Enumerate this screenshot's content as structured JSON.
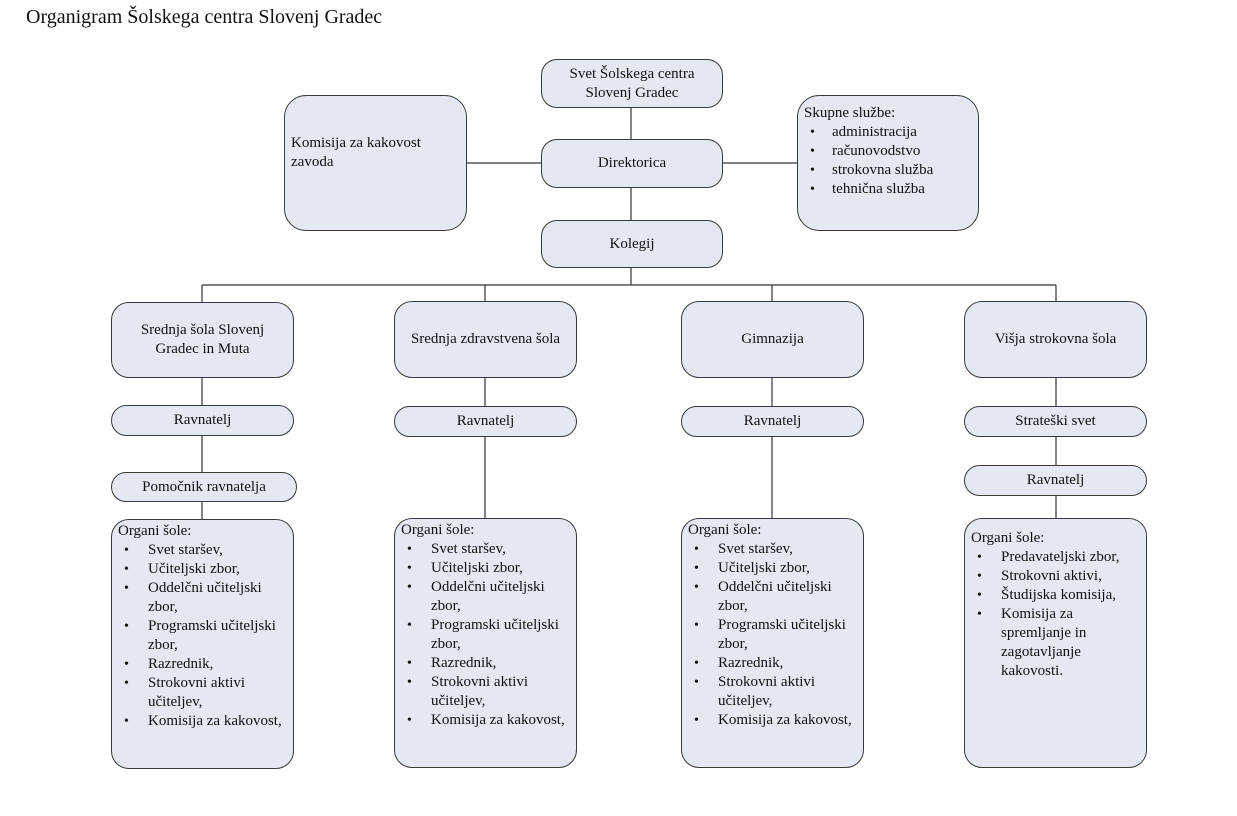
{
  "title": "Organigram Šolskega centra Slovenj Gradec",
  "top": {
    "svet": "Svet Šolskega centra Slovenj Gradec",
    "direktorica": "Direktorica",
    "kolegij": "Kolegij",
    "komisija": "Komisija za kakovost zavoda",
    "skupne_title": "Skupne službe:",
    "skupne_items": [
      "administracija",
      "računovodstvo",
      "strokovna služba",
      "tehnična služba"
    ]
  },
  "schools": [
    {
      "name": "Srednja šola Slovenj Gradec in Muta",
      "ravnatelj": "Ravnatelj",
      "pomocnik": "Pomočnik ravnatelja",
      "organi_title": "Organi šole:",
      "organi": [
        "Svet staršev,",
        "Učiteljski zbor,",
        "Oddelčni učiteljski zbor,",
        "Programski učiteljski zbor,",
        "Razrednik,",
        "Strokovni aktivi učiteljev,",
        "Komisija za kakovost,"
      ]
    },
    {
      "name": "Srednja zdravstvena šola",
      "ravnatelj": "Ravnatelj",
      "organi_title": "Organi šole:",
      "organi": [
        "Svet staršev,",
        "Učiteljski zbor,",
        "Oddelčni učiteljski zbor,",
        "Programski učiteljski zbor,",
        "Razrednik,",
        "Strokovni aktivi učiteljev,",
        "Komisija za kakovost,"
      ]
    },
    {
      "name": "Gimnazija",
      "ravnatelj": "Ravnatelj",
      "organi_title": "Organi šole:",
      "organi": [
        "Svet staršev,",
        "Učiteljski zbor,",
        "Oddelčni učiteljski zbor,",
        "Programski učiteljski zbor,",
        "Razrednik,",
        "Strokovni aktivi učiteljev,",
        "Komisija za kakovost,"
      ]
    },
    {
      "name": "Višja strokovna šola",
      "strateski": "Strateški svet",
      "ravnatelj": "Ravnatelj",
      "organi_title": "Organi šole:",
      "organi": [
        "Predavateljski zbor,",
        "Strokovni aktivi,",
        "Študijska komisija,",
        "Komisija za spremljanje in zagotavljanje kakovosti."
      ]
    }
  ]
}
